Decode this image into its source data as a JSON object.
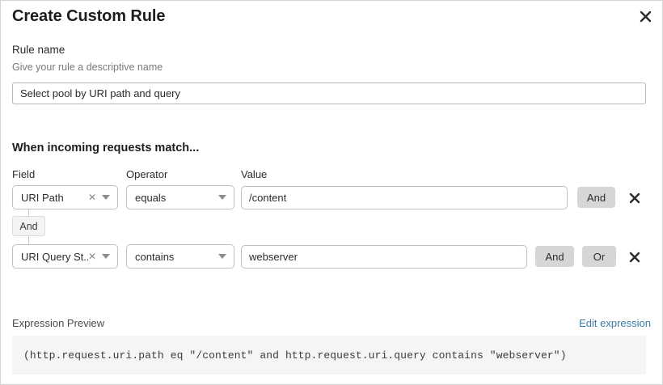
{
  "dialog": {
    "title": "Create Custom Rule",
    "close_icon": "close-icon"
  },
  "rule_name": {
    "label": "Rule name",
    "sublabel": "Give your rule a descriptive name",
    "value": "Select pool by URI path and query",
    "placeholder": ""
  },
  "match_section": {
    "heading": "When incoming requests match...",
    "columns": {
      "field": "Field",
      "operator": "Operator",
      "value": "Value"
    },
    "connector": {
      "label": "And"
    },
    "rows": [
      {
        "field": "URI Path",
        "field_clear_icon": "clear-icon",
        "field_caret_icon": "chevron-down-icon",
        "operator": "equals",
        "operator_caret_icon": "chevron-down-icon",
        "value": "/content",
        "buttons": [
          "And"
        ],
        "delete_icon": "close-icon"
      },
      {
        "field": "URI Query St...",
        "field_clear_icon": "clear-icon",
        "field_caret_icon": "chevron-down-icon",
        "operator": "contains",
        "operator_caret_icon": "chevron-down-icon",
        "value": "webserver",
        "buttons": [
          "And",
          "Or"
        ],
        "delete_icon": "close-icon"
      }
    ]
  },
  "expression_preview": {
    "label": "Expression Preview",
    "edit_link": "Edit expression",
    "expression": "(http.request.uri.path eq \"/content\" and http.request.uri.query contains \"webserver\")"
  },
  "colors": {
    "accent_link": "#3a7ca8",
    "button_grey": "#d6d6d6",
    "panel_grey": "#f4f5f5",
    "border_grey": "#c0c0c0"
  }
}
